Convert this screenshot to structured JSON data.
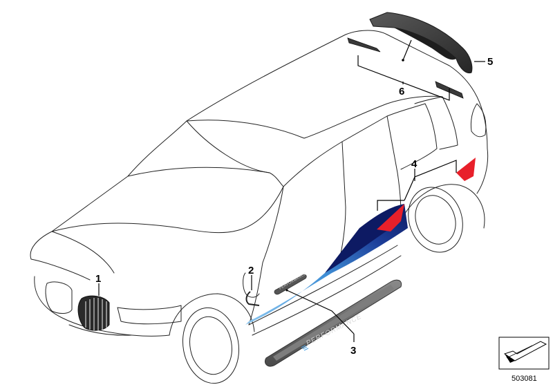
{
  "diagram": {
    "callouts": [
      {
        "id": "1",
        "label": "1"
      },
      {
        "id": "2",
        "label": "2"
      },
      {
        "id": "3",
        "label": "3"
      },
      {
        "id": "4",
        "label": "4"
      },
      {
        "id": "5",
        "label": "5"
      },
      {
        "id": "6",
        "label": "6"
      }
    ],
    "sill_text": "PERFORMANCE",
    "sill_small_text": "PERFORMANCE",
    "reference_number": "503081",
    "colors": {
      "stripe_dark_blue": "#0d1a63",
      "stripe_light_blue": "#3f8fd6",
      "stripe_red": "#e8202a",
      "spoiler": "#3a3a3a",
      "grille": "#2a2a2a",
      "sill": "#5a5a5a"
    }
  }
}
